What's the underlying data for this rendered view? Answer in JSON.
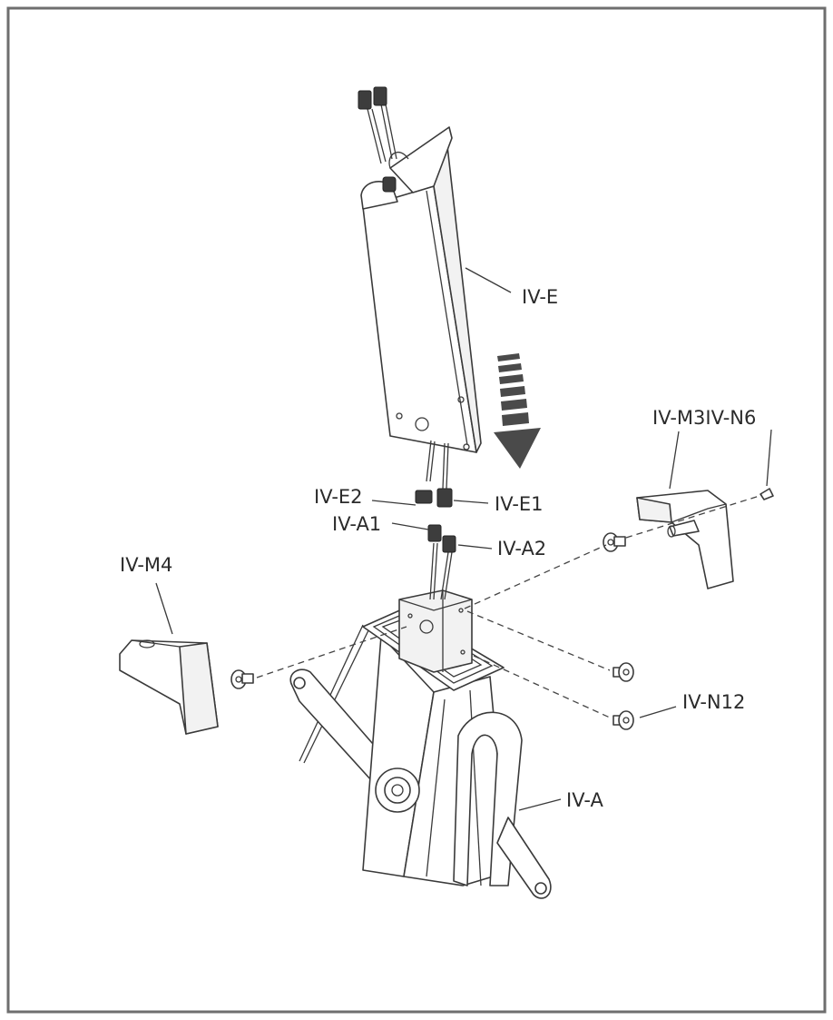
{
  "labels": {
    "iv_e": "IV-E",
    "iv_m3": "IV-M3",
    "iv_n6": "IV-N6",
    "iv_e2": "IV-E2",
    "iv_e1": "IV-E1",
    "iv_a1": "IV-A1",
    "iv_a2": "IV-A2",
    "iv_m4": "IV-M4",
    "iv_n12": "IV-N12",
    "iv_a": "IV-A"
  },
  "colors": {
    "border": "#6e6e6e",
    "line": "#3a3a3a",
    "arrow": "#4a4a4a"
  },
  "icons": {
    "direction": "down-arrow-icon"
  }
}
